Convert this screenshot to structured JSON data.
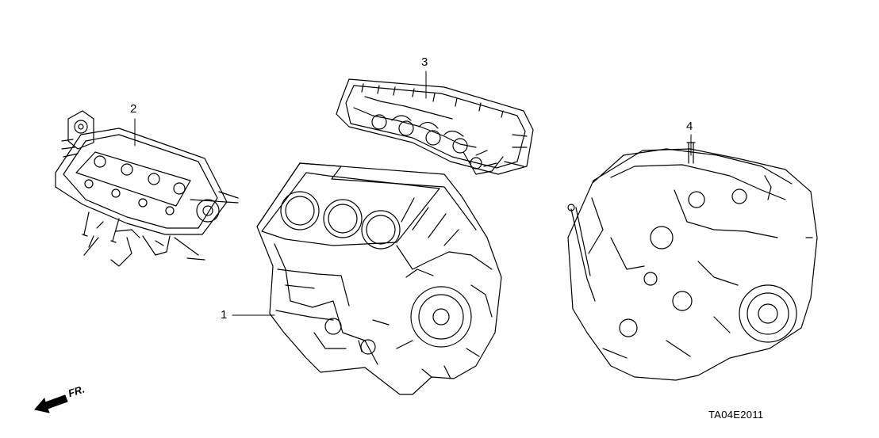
{
  "diagram": {
    "code": "TA04E2011",
    "direction_label": "FR.",
    "callouts": [
      "1",
      "2",
      "3",
      "4"
    ]
  },
  "colors": {
    "line": "#000000",
    "background": "#ffffff"
  },
  "parts": [
    {
      "callout": "1",
      "icon": "engine-block-icon"
    },
    {
      "callout": "2",
      "icon": "cylinder-head-icon"
    },
    {
      "callout": "3",
      "icon": "cylinder-head-icon"
    },
    {
      "callout": "4",
      "icon": "transmission-icon"
    }
  ]
}
